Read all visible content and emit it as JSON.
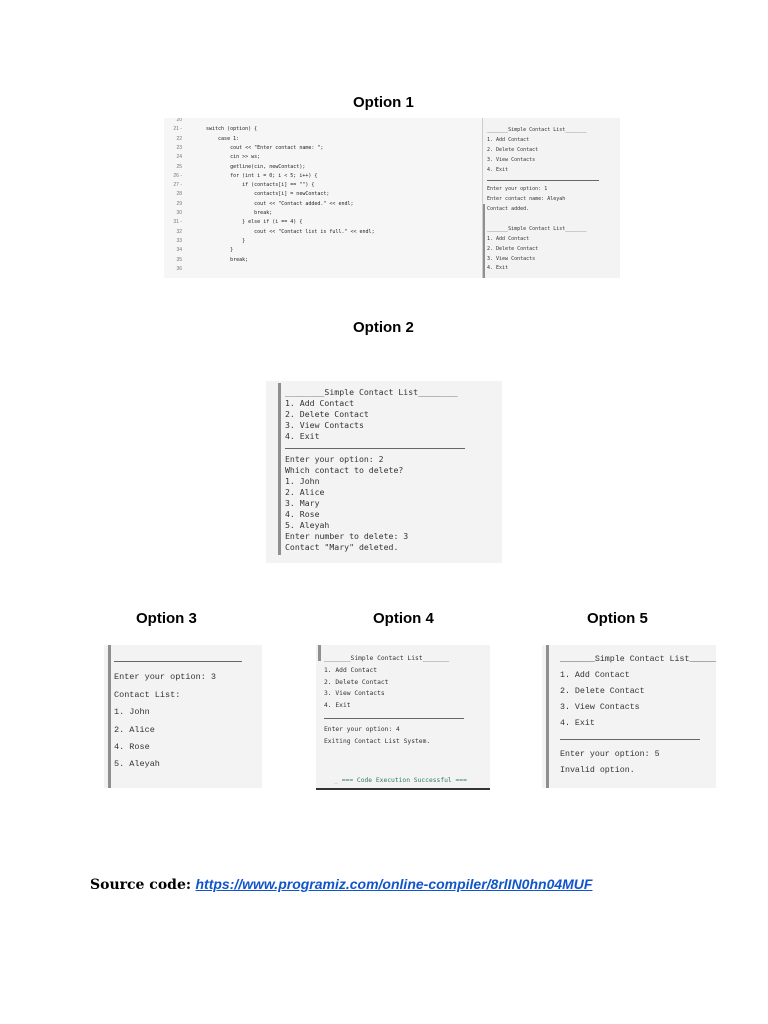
{
  "option1": {
    "title": "Option 1",
    "line_numbers": [
      "20",
      "21 -",
      "22",
      "23",
      "24",
      "25",
      "26 -",
      "27 -",
      "28",
      "29",
      "30",
      "31 -",
      "32",
      "33",
      "34",
      "35",
      "36"
    ],
    "code_lines": [
      "",
      "switch (option) {",
      "    case 1:",
      "        cout << \"Enter contact name: \";",
      "        cin >> ws;",
      "        getline(cin, newContact);",
      "        for (int i = 0; i < 5; i++) {",
      "            if (contacts[i] == \"\") {",
      "                contacts[i] = newContact;",
      "                cout << \"Contact added.\" << endl;",
      "                break;",
      "            } else if (i == 4) {",
      "                cout << \"Contact list is full.\" << endl;",
      "            }",
      "        }",
      "        break;",
      ""
    ],
    "output_lines": [
      "_______Simple Contact List_______",
      "1. Add Contact",
      "2. Delete Contact",
      "3. View Contacts",
      "4. Exit",
      "---",
      "Enter your option: 1",
      "Enter contact name: Aleyah",
      "Contact added.",
      "",
      "_______Simple Contact List_______",
      "1. Add Contact",
      "2. Delete Contact",
      "3. View Contacts",
      "4. Exit"
    ]
  },
  "option2": {
    "title": "Option 2",
    "output_lines": [
      "________Simple Contact List________",
      "1. Add Contact",
      "2. Delete Contact",
      "3. View Contacts",
      "4. Exit",
      "---",
      "Enter your option: 2",
      "Which contact to delete?",
      "1. John",
      "2. Alice",
      "3. Mary",
      "4. Rose",
      "5. Aleyah",
      "Enter number to delete: 3",
      "Contact \"Mary\" deleted."
    ]
  },
  "option3": {
    "title": "Option 3",
    "output_lines": [
      "---",
      "Enter your option: 3",
      "Contact List:",
      "1. John",
      "2. Alice",
      "4. Rose",
      "5. Aleyah"
    ]
  },
  "option4": {
    "title": "Option 4",
    "output_lines": [
      "_______Simple Contact List_______",
      "1. Add Contact",
      "2. Delete Contact",
      "3. View Contacts",
      "4. Exit",
      "---",
      "Enter your option: 4",
      "Exiting Contact List System."
    ],
    "status": "=== Code Execution Successful ===",
    "status_color": "#2e7d5b"
  },
  "option5": {
    "title": "Option 5",
    "output_lines": [
      "_______Simple Contact List_______",
      "1. Add Contact",
      "2. Delete Contact",
      "3. View Contacts",
      "4. Exit",
      "---",
      "Enter your option: 5",
      "Invalid option."
    ]
  },
  "source": {
    "label": "Source code:",
    "link": "https://www.programiz.com/online-compiler/8rlIN0hn04MUF",
    "link_color": "#1155cc"
  }
}
